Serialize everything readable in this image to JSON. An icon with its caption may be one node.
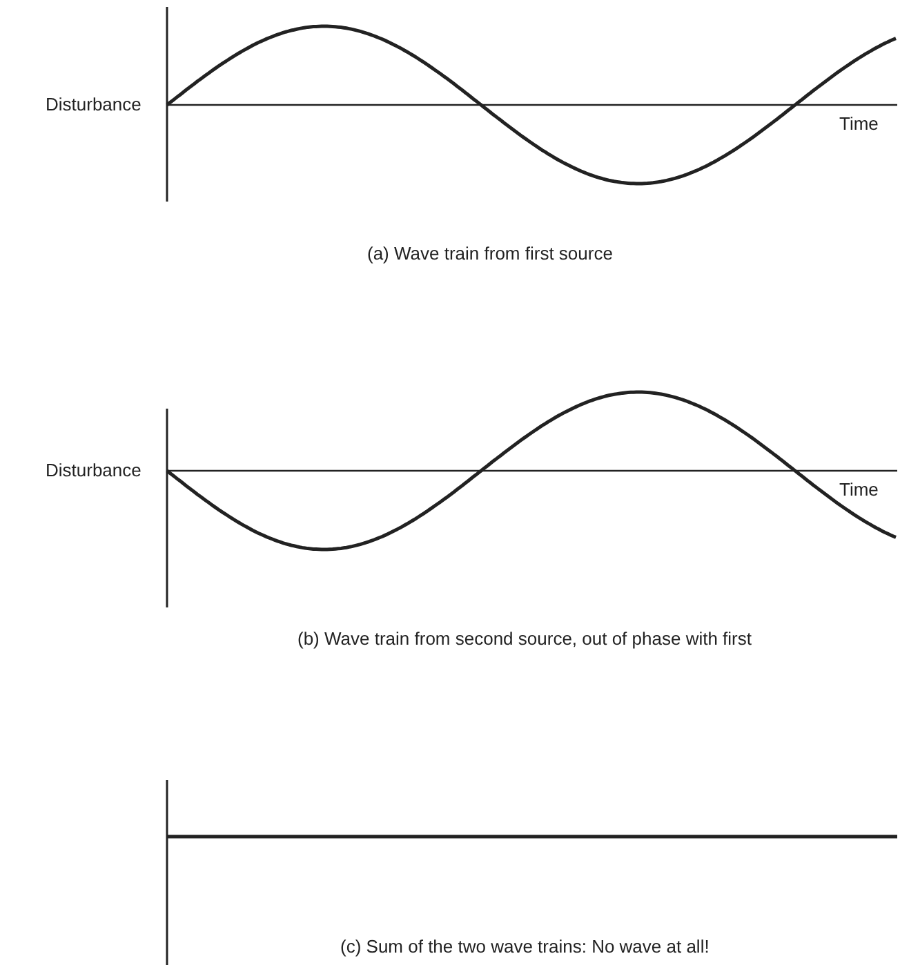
{
  "diagram": {
    "labels": [
      "Disturbance",
      "Time",
      "(a)  Wave train from first source",
      "Disturbance",
      "Time",
      "(b)  Wave train from second source, out of phase with first",
      "(c)  Sum of the two wave trains: No wave at all!"
    ]
  }
}
